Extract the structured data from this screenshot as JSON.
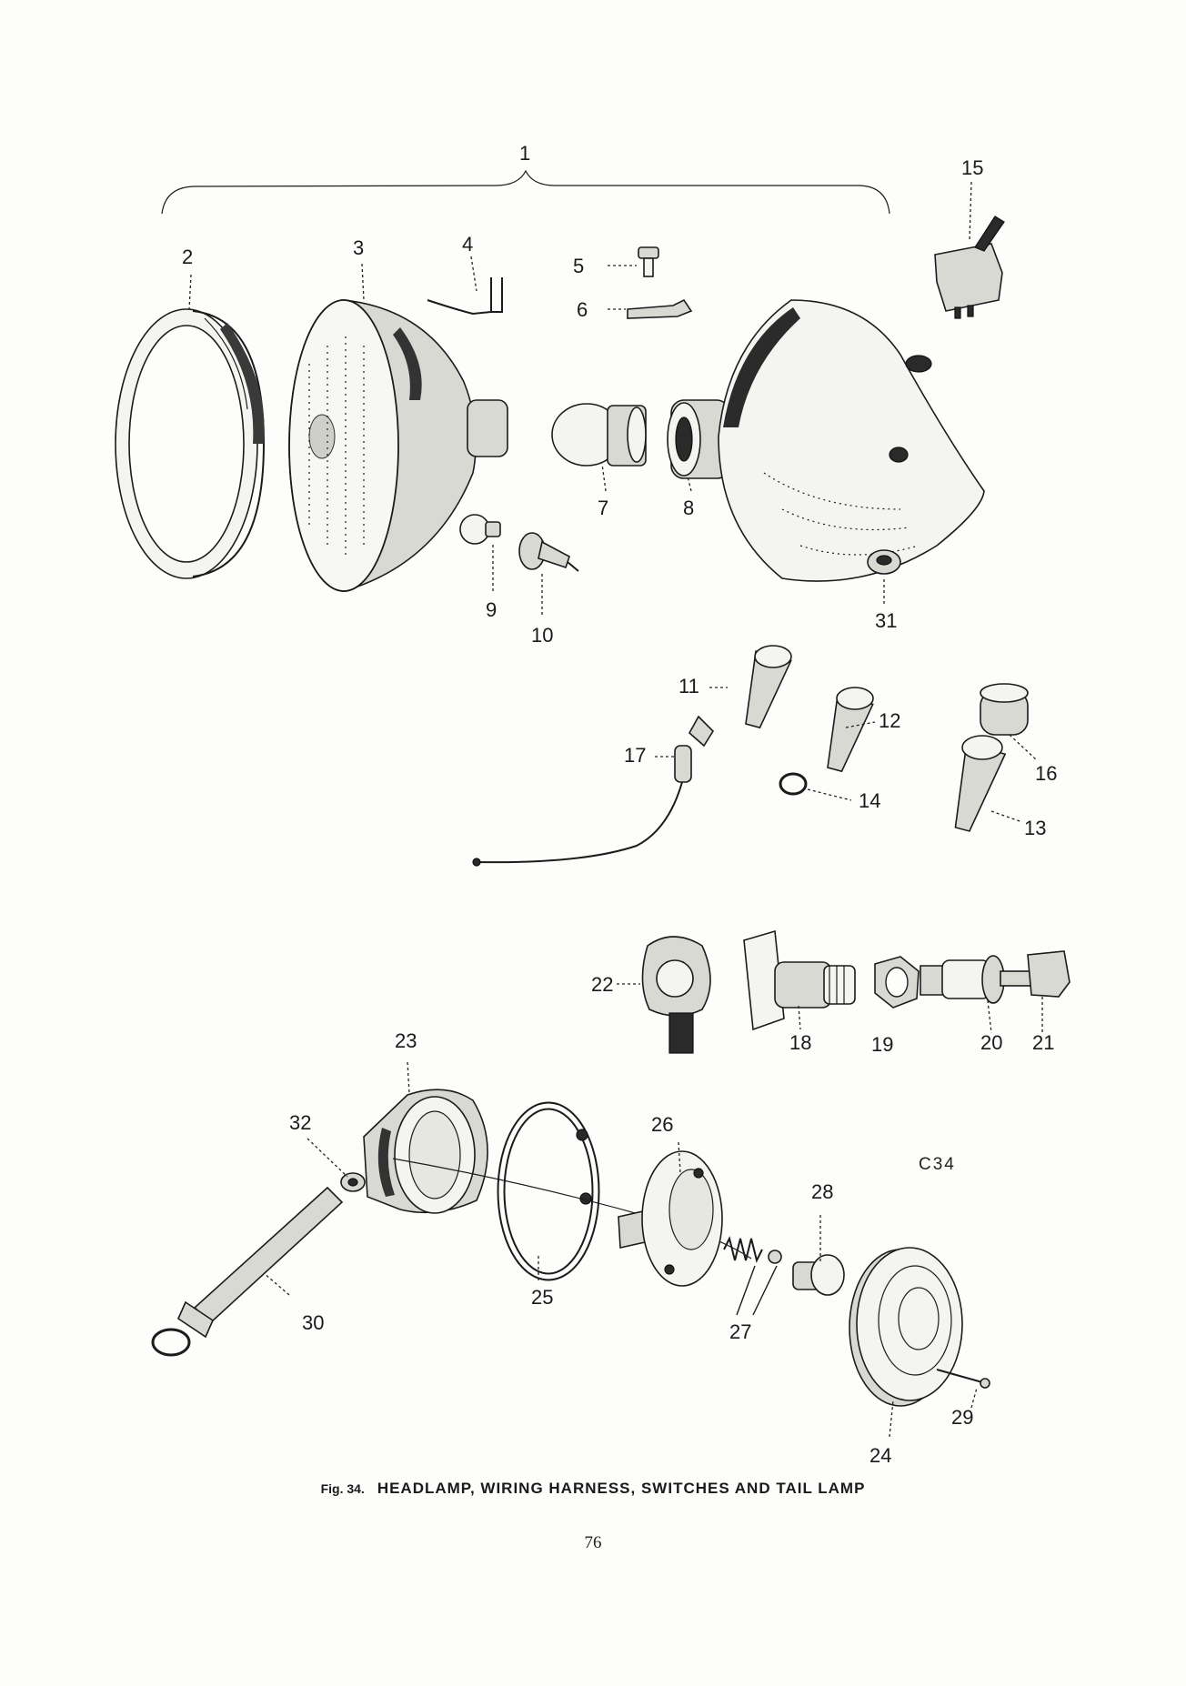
{
  "figure": {
    "number_label": "Fig. 34.",
    "title": "HEADLAMP, WIRING HARNESS, SWITCHES AND TAIL LAMP",
    "plate_code": "C34",
    "page_number": "76"
  },
  "callouts": [
    "1",
    "2",
    "3",
    "4",
    "5",
    "6",
    "7",
    "8",
    "9",
    "10",
    "11",
    "12",
    "13",
    "14",
    "15",
    "16",
    "17",
    "18",
    "19",
    "20",
    "21",
    "22",
    "23",
    "24",
    "25",
    "26",
    "27",
    "28",
    "29",
    "30",
    "31",
    "32"
  ]
}
